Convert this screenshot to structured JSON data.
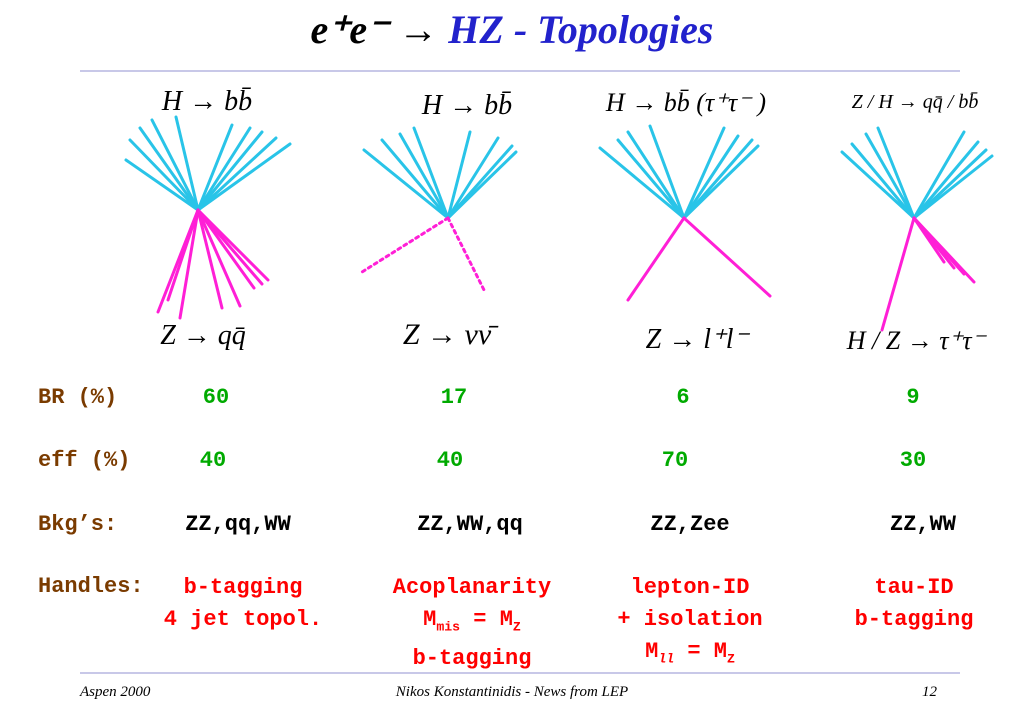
{
  "title": {
    "reaction": "e⁺e⁻ →",
    "subtitle": "HZ  - Topologies"
  },
  "topologies": [
    {
      "top_label": "H → bb̄",
      "bottom_label": "Z → qq̄",
      "upper_jets": "quark jets",
      "lower_jets": "quark jets"
    },
    {
      "top_label": "H → bb̄",
      "bottom_label": "Z → νν̄",
      "upper_jets": "quark jets",
      "lower_jets": "neutrinos"
    },
    {
      "top_label": "H → bb̄  (τ⁺τ⁻ )",
      "bottom_label": "Z → l⁺l⁻",
      "upper_jets": "quark jets",
      "lower_jets": "leptons"
    },
    {
      "top_label": "Z / H → qq̄ / bb̄",
      "bottom_label": "H / Z → τ⁺τ⁻",
      "upper_jets": "quark jets",
      "lower_jets": "taus"
    }
  ],
  "rows": {
    "br": {
      "label": "BR (%)",
      "values": [
        "60",
        "17",
        "6",
        "9"
      ]
    },
    "eff": {
      "label": "eff (%)",
      "values": [
        "40",
        "40",
        "70",
        "30"
      ]
    },
    "bkg": {
      "label": "Bkg’s:",
      "values": [
        "ZZ,qq,WW",
        "ZZ,WW,qq",
        "ZZ,Zee",
        "ZZ,WW"
      ]
    },
    "handles": {
      "label": "Handles:",
      "values": [
        [
          "b-tagging",
          "4 jet topol."
        ],
        [
          "Acoplanarity",
          "M_mis = M_Z",
          "b-tagging"
        ],
        [
          "lepton-ID",
          "+ isolation",
          "M_ll = M_Z"
        ],
        [
          "tau-ID",
          "b-tagging"
        ]
      ]
    }
  },
  "footer": {
    "left": "Aspen 2000",
    "center": "Nikos Konstantinidis - News from LEP",
    "right": "12"
  },
  "colors": {
    "title_blue": "#2222cc",
    "upper_jet": "#29c4e8",
    "lower_jet": "#ff1fd6",
    "row_label": "#7a3b00",
    "numbers": "#00aa00",
    "handles": "#ff0000",
    "rule": "#c8c8e8"
  }
}
